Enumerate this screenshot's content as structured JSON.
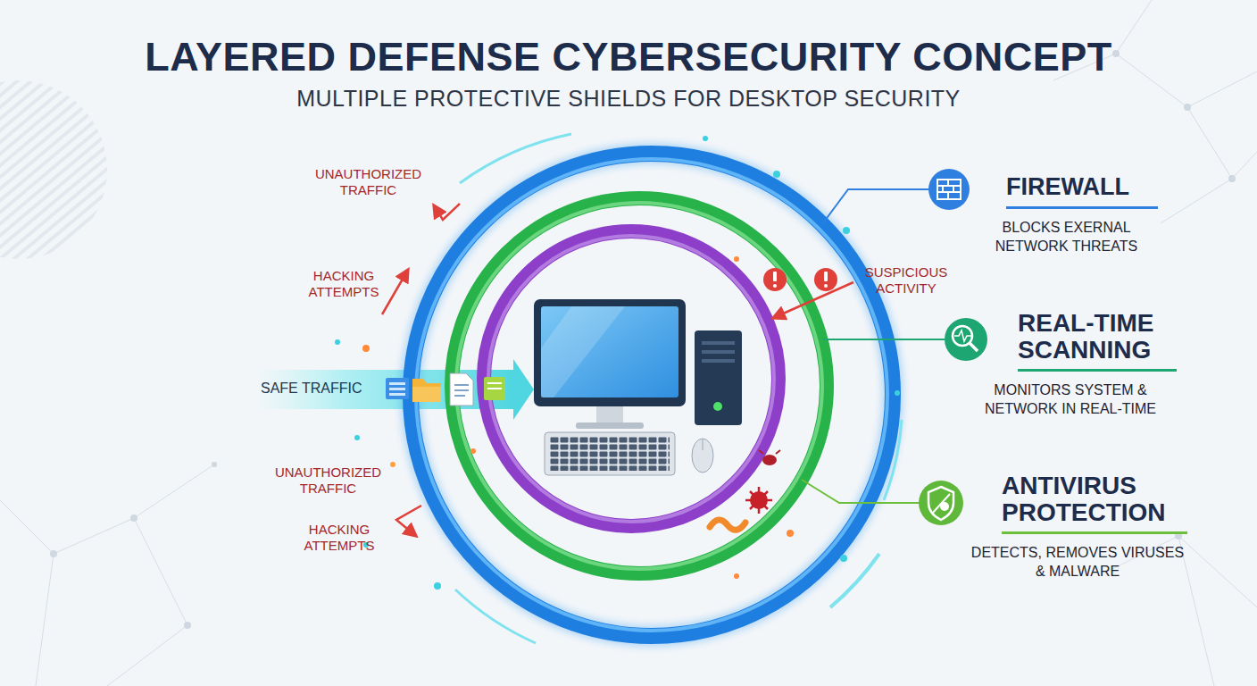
{
  "diagram": {
    "title": "LAYERED DEFENSE CYBERSECURITY CONCEPT",
    "caption": "MULTIPLE PROTECTIVE SHIELDS FOR DESKTOP SECURITY",
    "nodes": [
      {
        "text": [
          "FIREWALL",
          "BLOCKS EXERNAL NETWORK THREATS"
        ]
      },
      {
        "text": [
          "REAL-TIME SCANNING",
          "MONITORS SYSTEM & NETWORK IN REAL-TIME"
        ]
      },
      {
        "text": [
          "ANTIVIRUS PROTECTION",
          "DETECTS, REMOVES VIRUSES & MALWARE"
        ]
      }
    ],
    "labels": [
      "UNAUTHORIZED TRAFFIC",
      "HACKING ATTEMPTS",
      "SAFE TRAFFIC",
      "SUSPICIOUS ACTIVITY",
      "UNAUTHORIZED TRAFFIC",
      "HACKING ATTEMPTS"
    ]
  }
}
